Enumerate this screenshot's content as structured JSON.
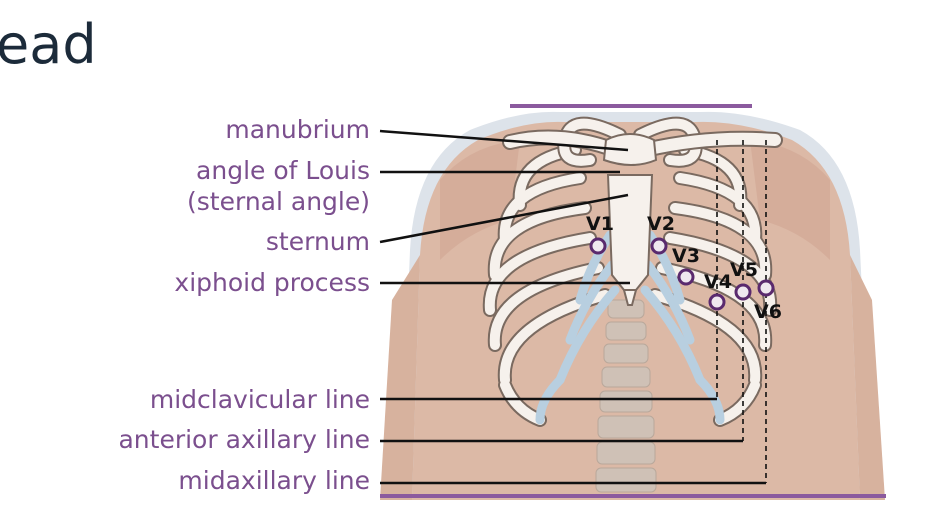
{
  "title": "ead",
  "labels": {
    "manubrium": "manubrium",
    "angle_of_louis": "angle of Louis",
    "sternal_angle": "(sternal angle)",
    "sternum": "sternum",
    "xiphoid": "xiphoid process",
    "midclavicular": "midclavicular line",
    "anterior_axillary": "anterior axillary line",
    "midaxillary": "midaxillary line"
  },
  "leads": [
    "V1",
    "V2",
    "V3",
    "V4",
    "V5",
    "V6"
  ],
  "colors": {
    "label_purple": "#7b4f8e",
    "lead_ring": "#5a2a6e",
    "skin": "#dcb9a6",
    "outline": "#dde3ea"
  }
}
